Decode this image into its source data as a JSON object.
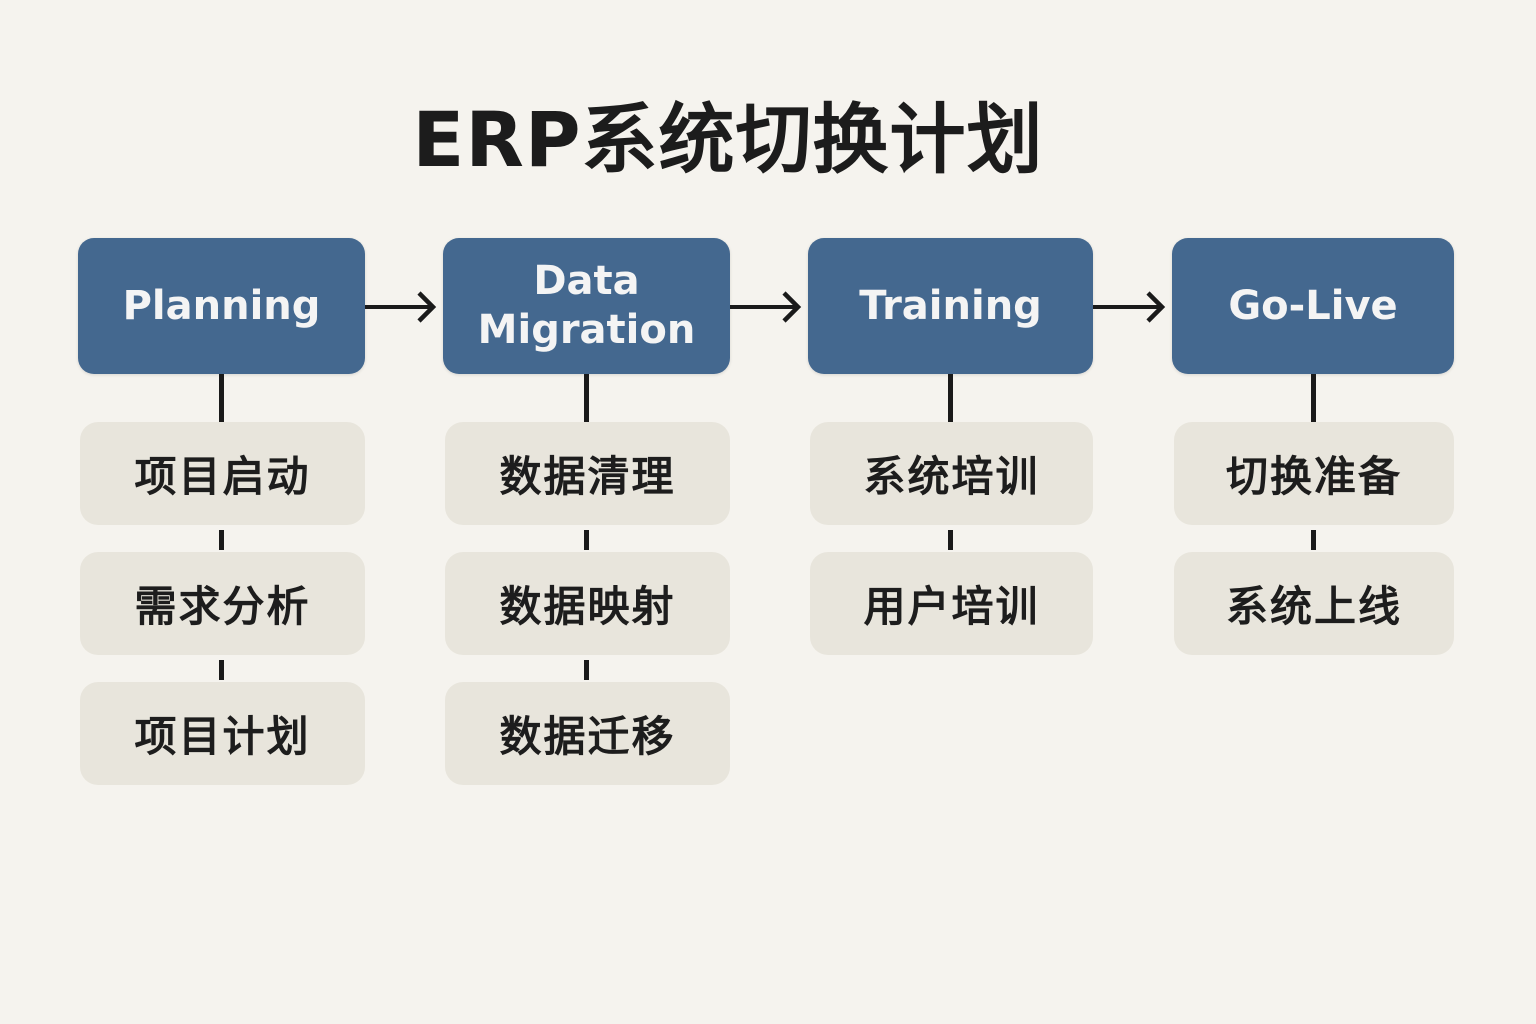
{
  "title": "ERP系统切换计划",
  "phases": [
    {
      "label": "Planning",
      "tasks": [
        "项目启动",
        "需求分析",
        "项目计划"
      ]
    },
    {
      "label": "Data Migration",
      "tasks": [
        "数据清理",
        "数据映射",
        "数据迁移"
      ]
    },
    {
      "label": "Training",
      "tasks": [
        "系统培训",
        "用户培训"
      ]
    },
    {
      "label": "Go-Live",
      "tasks": [
        "切换准备",
        "系统上线"
      ]
    }
  ],
  "colors": {
    "phase": "#44688f",
    "task": "#e8e5dc",
    "background": "#f5f3ee"
  }
}
